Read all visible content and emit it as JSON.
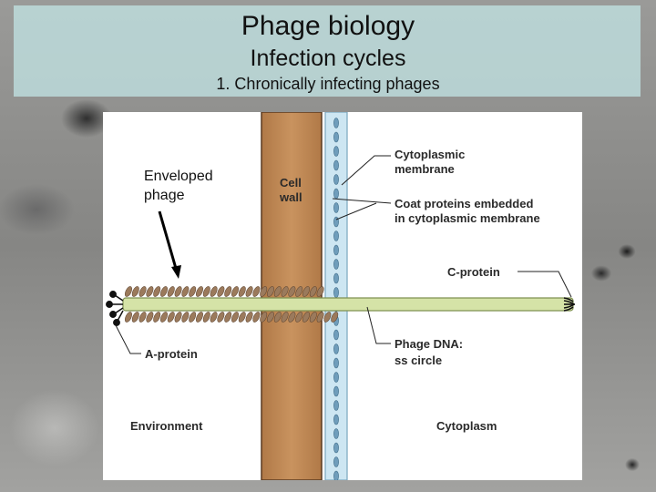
{
  "slide": {
    "title": "Phage biology",
    "subtitle": "Infection cycles",
    "subsubtitle": "1. Chronically infecting phages"
  },
  "callout": {
    "label": "Enveloped\nphage"
  },
  "diagram": {
    "labels": {
      "cell_wall_1": "Cell",
      "cell_wall_2": "wall",
      "cytoplasmic_membrane_1": "Cytoplasmic",
      "cytoplasmic_membrane_2": "membrane",
      "coat_proteins_1": "Coat proteins embedded",
      "coat_proteins_2": "in cytoplasmic membrane",
      "c_protein": "C-protein",
      "phage_dna_1": "Phage DNA:",
      "phage_dna_2": "ss circle",
      "a_protein": "A-protein",
      "environment": "Environment",
      "cytoplasm": "Cytoplasm"
    },
    "colors": {
      "cell_wall": "#c08a57",
      "membrane": "#cde6f2",
      "membrane_protein": "#6f9dbb",
      "phage_tube": "#d5e3a7",
      "coat_protein": "#9b7a5c"
    }
  }
}
